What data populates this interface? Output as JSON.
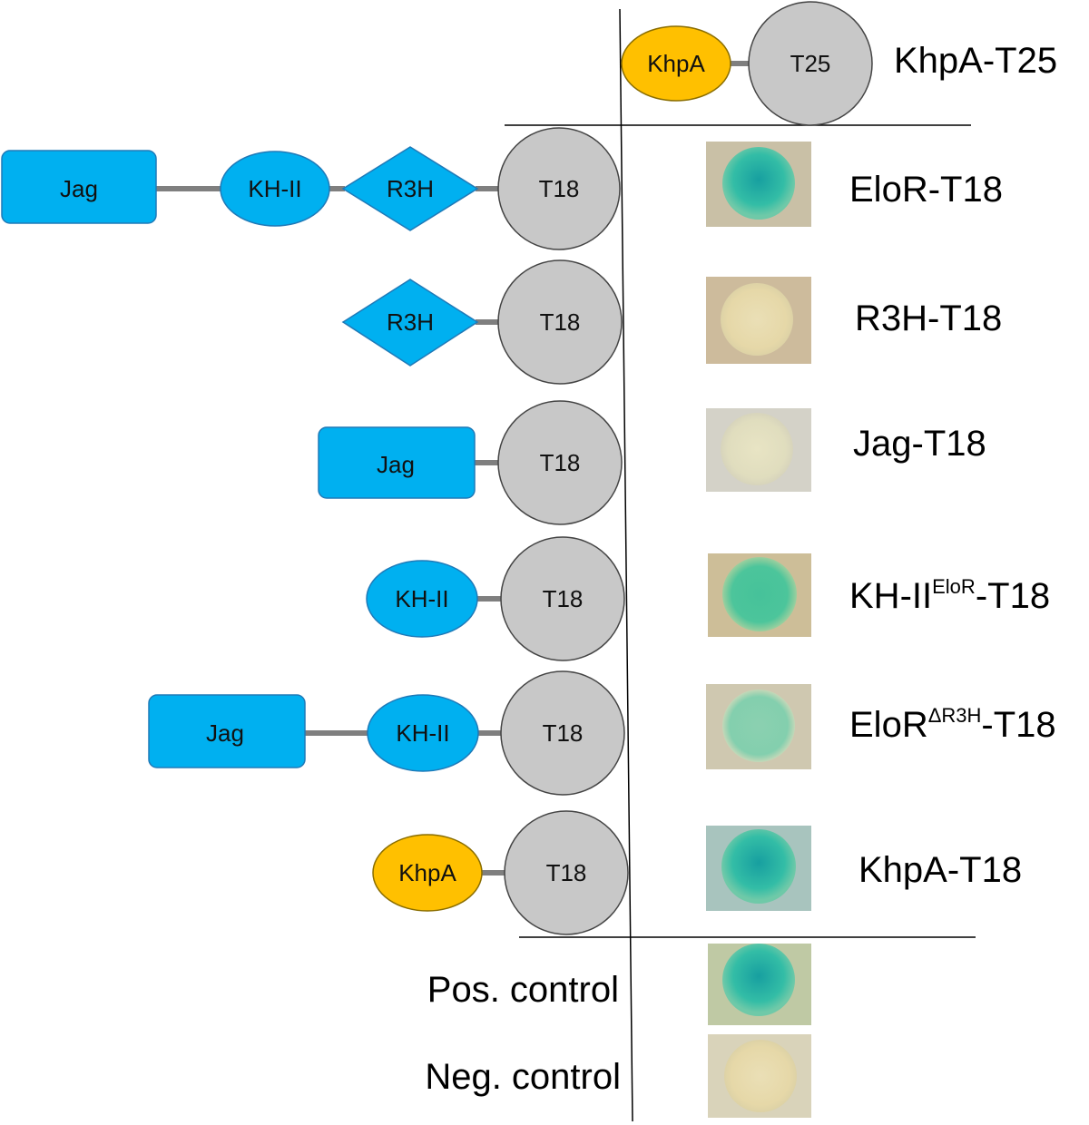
{
  "colors": {
    "domain_blue": "#00b0f0",
    "domain_blue_stroke": "#1f7ab8",
    "khpa_orange": "#ffc000",
    "khpa_stroke": "#8a6d00",
    "tag_gray": "#c8c8c8",
    "tag_stroke": "#444444",
    "linker": "#7f7f7f",
    "spot_blue_strong": "#2fb9a8",
    "spot_blue_medium": "#5cc7a0",
    "spot_blue_weak": "#8fd0b0",
    "spot_negative": "#e3d7a8"
  },
  "header": {
    "khpa_label": "KhpA",
    "tag_label": "T25",
    "construct_label": "KhpA-T25"
  },
  "rows": [
    {
      "domains": [
        "Jag",
        "KH-II",
        "R3H"
      ],
      "tag": "T18",
      "name": "EloR-T18",
      "name_sup": "",
      "name_tail": ""
    },
    {
      "domains": [
        "R3H"
      ],
      "tag": "T18",
      "name": "R3H-T18",
      "name_sup": "",
      "name_tail": ""
    },
    {
      "domains": [
        "Jag"
      ],
      "tag": "T18",
      "name": "Jag-T18",
      "name_sup": "",
      "name_tail": ""
    },
    {
      "domains": [
        "KH-II"
      ],
      "tag": "T18",
      "name": "KH-II",
      "name_sup": "EloR",
      "name_tail": "-T18"
    },
    {
      "domains": [
        "Jag",
        "KH-II"
      ],
      "tag": "T18",
      "name": "EloR",
      "name_sup": "ΔR3H",
      "name_tail": "-T18"
    },
    {
      "domains": [
        "KhpA"
      ],
      "tag": "T18",
      "name": "KhpA-T18",
      "name_sup": "",
      "name_tail": ""
    }
  ],
  "controls": [
    {
      "label": "Pos. control"
    },
    {
      "label": "Neg. control"
    }
  ]
}
